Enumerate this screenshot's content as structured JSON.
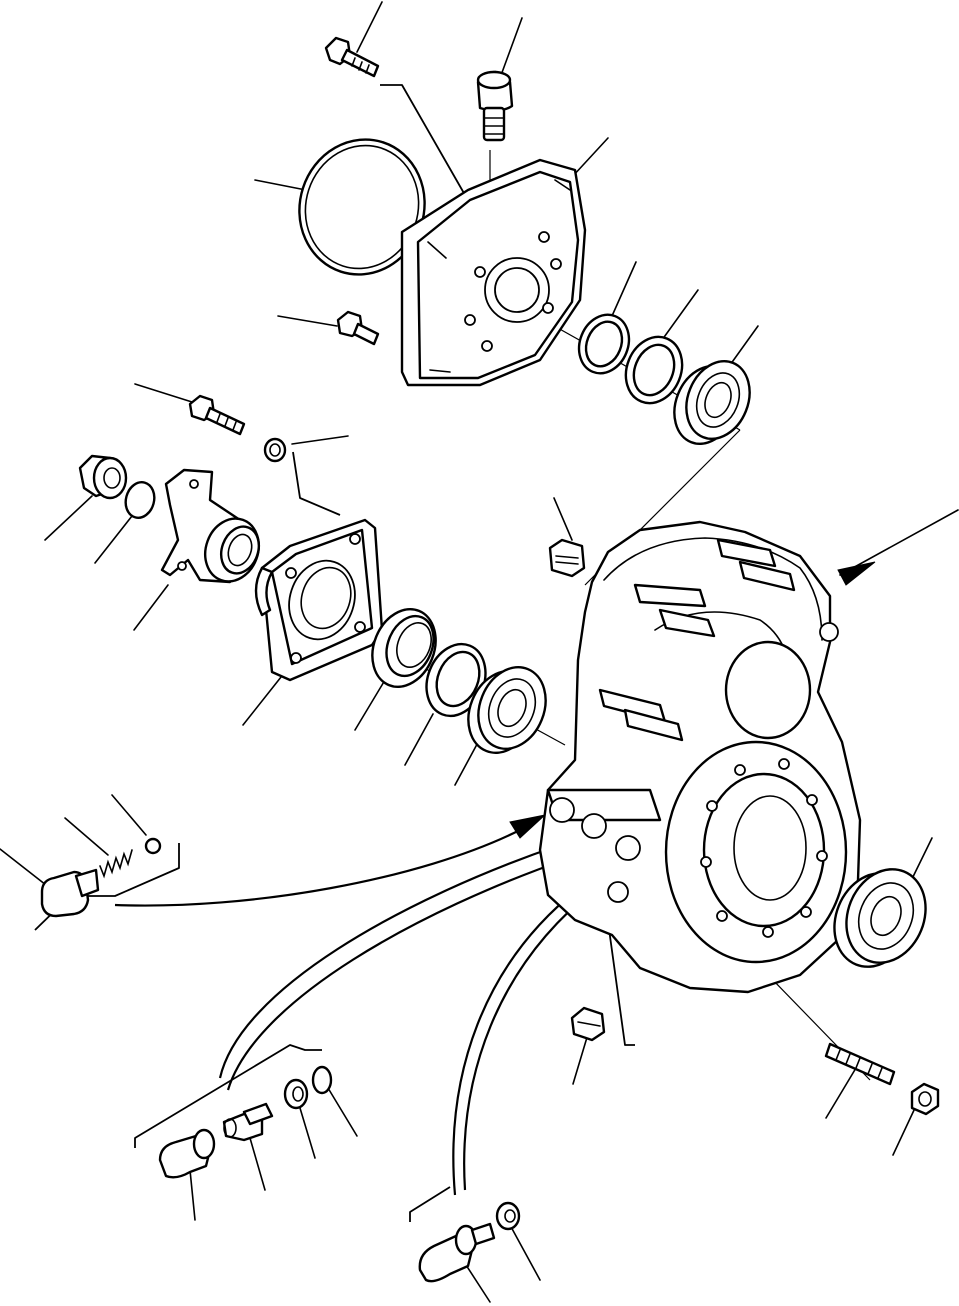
{
  "diagram": {
    "kind": "exploded-parts-view",
    "line_color": "#000000",
    "background": "#ffffff",
    "parts": [
      {
        "id": "housing-bolt",
        "icon": "bolt-icon"
      },
      {
        "id": "breather-plug",
        "icon": "plug-icon"
      },
      {
        "id": "o-ring-large",
        "icon": "o-ring-icon"
      },
      {
        "id": "bearing-cover",
        "icon": "cover-plate-icon"
      },
      {
        "id": "cover-bolt",
        "icon": "bolt-icon"
      },
      {
        "id": "shim-1",
        "icon": "shim-icon"
      },
      {
        "id": "shim-2",
        "icon": "shim-icon"
      },
      {
        "id": "upper-bearing",
        "icon": "bearing-icon"
      },
      {
        "id": "retainer-bolt",
        "icon": "bolt-icon"
      },
      {
        "id": "washer",
        "icon": "washer-icon"
      },
      {
        "id": "flange-nut",
        "icon": "nut-icon"
      },
      {
        "id": "snap-ring",
        "icon": "o-ring-icon"
      },
      {
        "id": "coupling-yoke",
        "icon": "yoke-icon"
      },
      {
        "id": "bearing-retainer",
        "icon": "retainer-icon"
      },
      {
        "id": "oil-seal",
        "icon": "seal-icon"
      },
      {
        "id": "spacer",
        "icon": "shim-icon"
      },
      {
        "id": "lower-bearing",
        "icon": "bearing-icon"
      },
      {
        "id": "drain-plug",
        "icon": "plug-icon"
      },
      {
        "id": "case-assembly",
        "icon": "gear-case-icon"
      },
      {
        "id": "output-bearing",
        "icon": "bearing-icon"
      },
      {
        "id": "stud-bolt",
        "icon": "stud-icon"
      },
      {
        "id": "stud-nut",
        "icon": "nut-icon"
      },
      {
        "id": "plug-small",
        "icon": "plug-icon"
      },
      {
        "id": "relief-plug",
        "icon": "bolt-icon"
      },
      {
        "id": "relief-spring",
        "icon": "spring-icon"
      },
      {
        "id": "relief-ball",
        "icon": "ball-icon"
      },
      {
        "id": "hose-elbow-1",
        "icon": "elbow-fitting-icon"
      },
      {
        "id": "hose-connector-1",
        "icon": "connector-icon"
      },
      {
        "id": "seal-washer-1",
        "icon": "washer-icon"
      },
      {
        "id": "o-ring-small",
        "icon": "o-ring-icon"
      },
      {
        "id": "hose-elbow-2",
        "icon": "elbow-fitting-icon"
      },
      {
        "id": "seal-washer-2",
        "icon": "washer-icon"
      }
    ]
  }
}
